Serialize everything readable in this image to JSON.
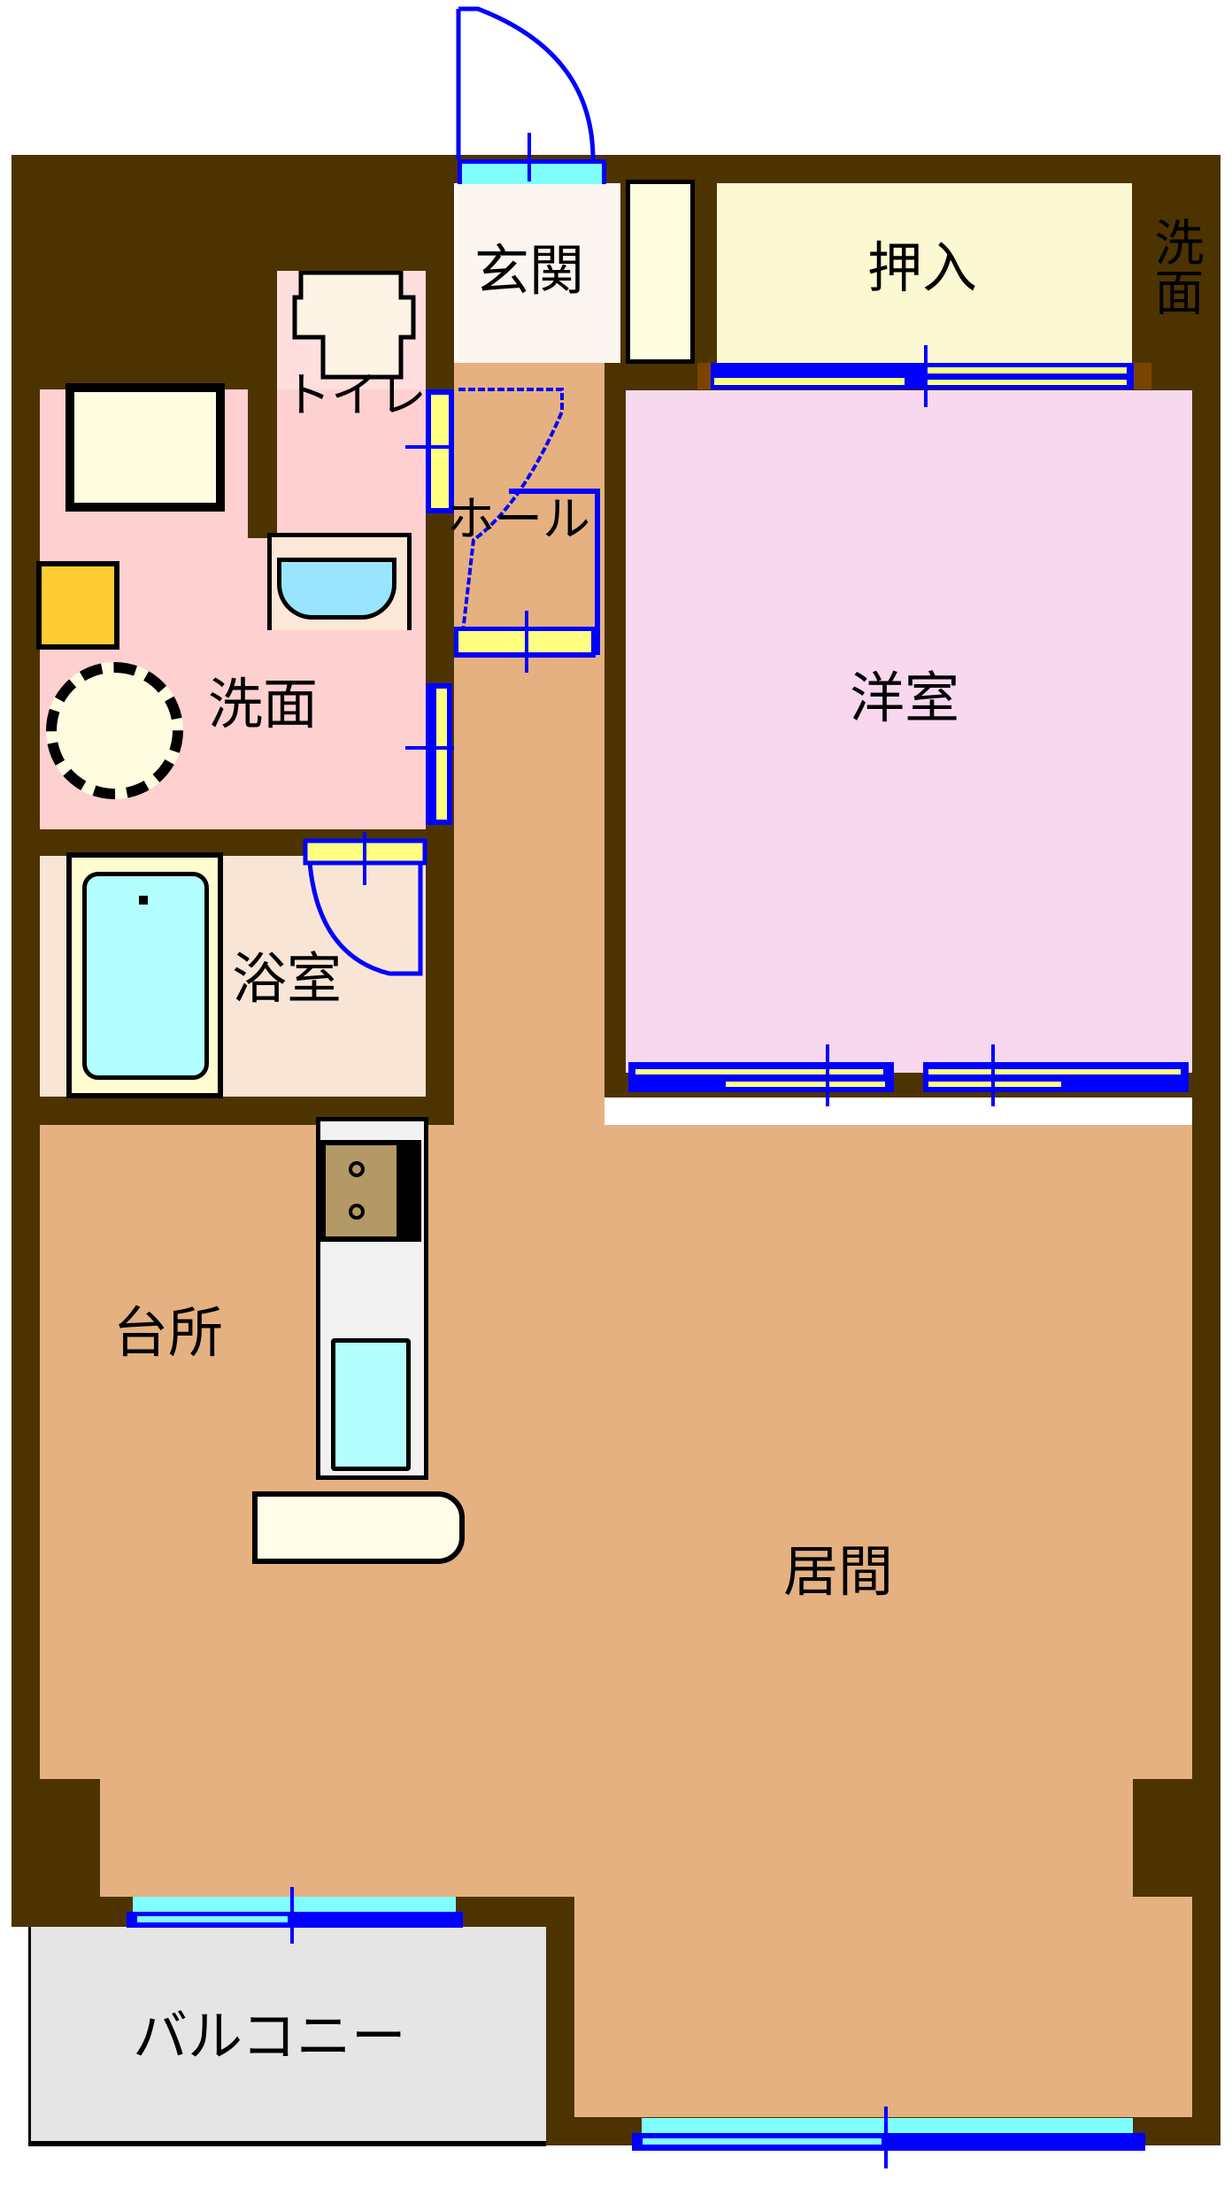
{
  "plan": {
    "title": "1LDK floor plan",
    "colors": {
      "wall": "#4d3300",
      "jamb": "#7a4400",
      "living_floor": "#e5b180",
      "western_room": "#f7d8ee",
      "closet": "#fcf8d2",
      "entrance": "#fdf5ef",
      "washroom": "#ffd0d0",
      "toilet": "#ffdede",
      "bathroom": "#f9e5d5",
      "balcony": "#e5e5e5",
      "door_line": "#0000ff",
      "sash_glass": "#80ffff",
      "sliding_panel": "#ffff80",
      "bathtub_water": "#b3ffff",
      "sink_water": "#99e5ff",
      "fixture": "#fffce0",
      "laundry_box": "#ffcc33",
      "stove": "#b39966",
      "counter": "#f2f2f2"
    }
  },
  "rooms": {
    "genkan": {
      "label": "玄関"
    },
    "oshiire": {
      "label": "押入"
    },
    "senmen_side": {
      "label": "洗面"
    },
    "toilet": {
      "label": "トイレ"
    },
    "hall": {
      "label": "ホール"
    },
    "western_room": {
      "label": "洋室"
    },
    "washroom": {
      "label": "洗面"
    },
    "bathroom": {
      "label": "浴室"
    },
    "kitchen": {
      "label": "台所"
    },
    "living": {
      "label": "居間"
    },
    "balcony": {
      "label": "バルコニー"
    }
  }
}
